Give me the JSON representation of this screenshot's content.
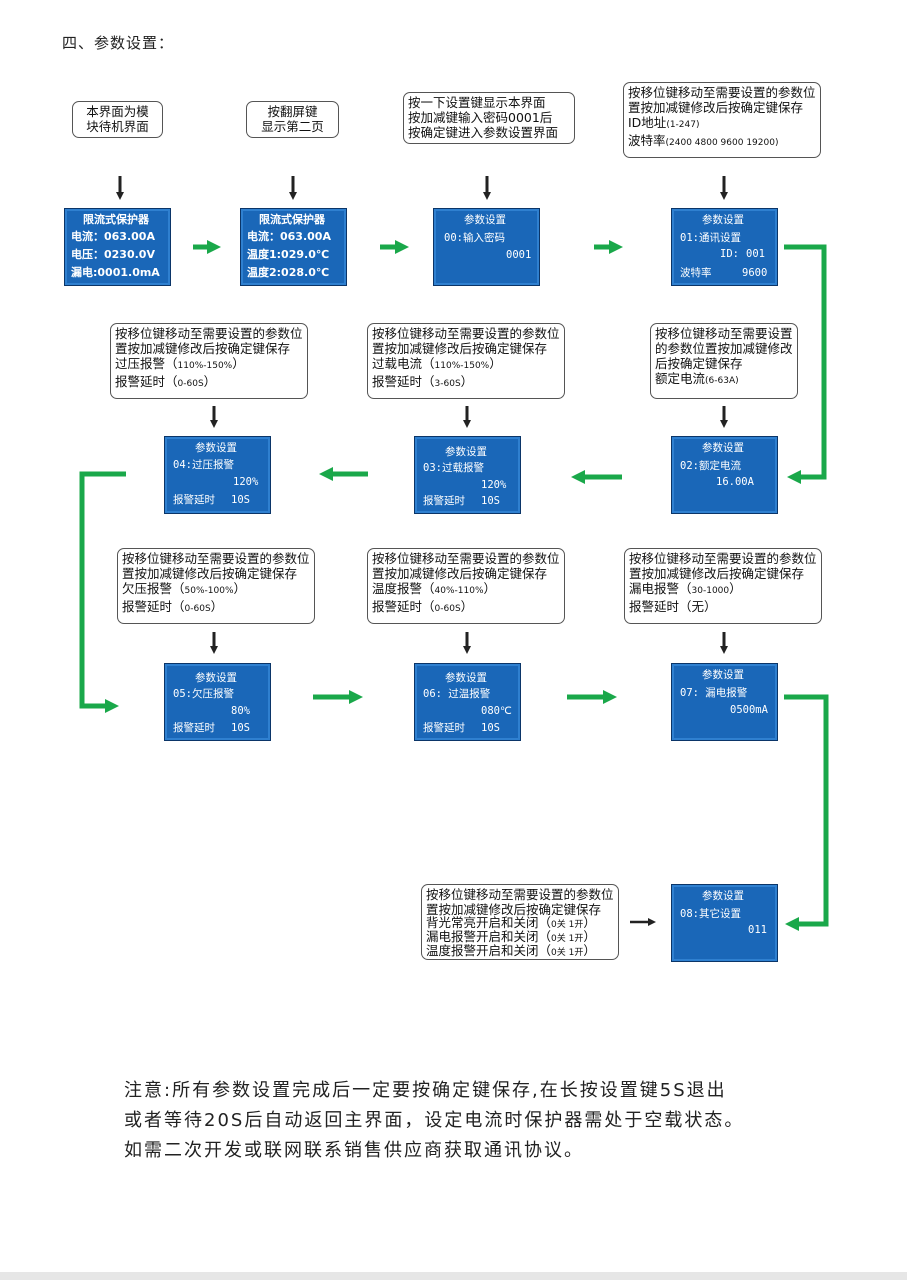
{
  "heading": "四、参数设置：",
  "callouts": {
    "c1": [
      "本界面为模",
      "块待机界面"
    ],
    "c2": [
      "按翻屏键",
      "显示第二页"
    ],
    "c3": [
      "按一下设置键显示本界面",
      "按加减键输入密码0001后",
      "按确定键进入参数设置界面"
    ],
    "c4": [
      "按移位键移动至需要设置的参数位",
      "置按加减键修改后按确定键保存",
      "ID地址",
      "(1-247)",
      "波特率",
      "(2400 4800 9600 19200)"
    ],
    "c5": [
      "按移位键移动至需要设置",
      "的参数位置按加减键修改",
      "后按确定键保存",
      "额定电流",
      "(6-63A)"
    ],
    "c6": [
      "按移位键移动至需要设置的参数位",
      "置按加减键修改后按确定键保存",
      "过载电流（",
      "110%-150%",
      "）",
      "报警延时（",
      "3-60S",
      "）"
    ],
    "c7": [
      "按移位键移动至需要设置的参数位",
      "置按加减键修改后按确定键保存",
      "过压报警（",
      "110%-150%",
      "）",
      "报警延时（",
      "0-60S",
      "）"
    ],
    "c8": [
      "按移位键移动至需要设置的参数位",
      "置按加减键修改后按确定键保存",
      "欠压报警（",
      "50%-100%",
      "）",
      "报警延时（",
      "0-60S",
      "）"
    ],
    "c9": [
      "按移位键移动至需要设置的参数位",
      "置按加减键修改后按确定键保存",
      "温度报警（",
      "40%-110%",
      "）",
      "报警延时（",
      "0-60S",
      "）"
    ],
    "c10": [
      "按移位键移动至需要设置的参数位",
      "置按加减键修改后按确定键保存",
      "漏电报警（",
      "30-1000",
      "）",
      "报警延时（",
      "无",
      "）"
    ],
    "c11": [
      "按移位键移动至需要设置的参数位",
      "置按加减键修改后按确定键保存",
      "背光常亮开启和关闭（",
      "0关 1开",
      "）",
      "漏电报警开启和关闭（",
      "0关 1开",
      "）",
      "温度报警开启和关闭（",
      "0关 1开",
      "）"
    ]
  },
  "screens": {
    "s1": [
      "限流式保护器",
      "电流：063.00A",
      "电压：0230.0V",
      "漏电:0001.0mA"
    ],
    "s2": [
      "限流式保护器",
      "电流：063.00A",
      "温度1:029.0℃",
      "温度2:028.0℃"
    ],
    "s3": [
      "参数设置",
      "00:输入密码",
      "0001"
    ],
    "s4": [
      "参数设置",
      "01:通讯设置",
      "ID:",
      "001",
      "波特率",
      "9600"
    ],
    "s5": [
      "参数设置",
      "02:额定电流",
      "16.00A"
    ],
    "s6": [
      "参数设置",
      "03:过载报警",
      "120%",
      "报警延时",
      "10S"
    ],
    "s7": [
      "参数设置",
      "04:过压报警",
      "120%",
      "报警延时",
      "10S"
    ],
    "s8": [
      "参数设置",
      "05:欠压报警",
      "80%",
      "报警延时",
      "10S"
    ],
    "s9": [
      "参数设置",
      "06: 过温报警",
      "080℃",
      "报警延时",
      "10S"
    ],
    "s10": [
      "参数设置",
      "07: 漏电报警",
      "0500mA"
    ],
    "s11": [
      "参数设置",
      "08:其它设置",
      "011"
    ]
  },
  "note": [
    "注意:所有参数设置完成后一定要按确定键保存,在长按设置键5S退出",
    "或者等待20S后自动返回主界面，设定电流时保护器需处于空载状态。",
    "如需二次开发或联网联系销售供应商获取通讯协议。"
  ],
  "colors": {
    "screen": "#1a67b8",
    "arrow_green": "#1aa84a",
    "arrow_dark": "#222222"
  }
}
